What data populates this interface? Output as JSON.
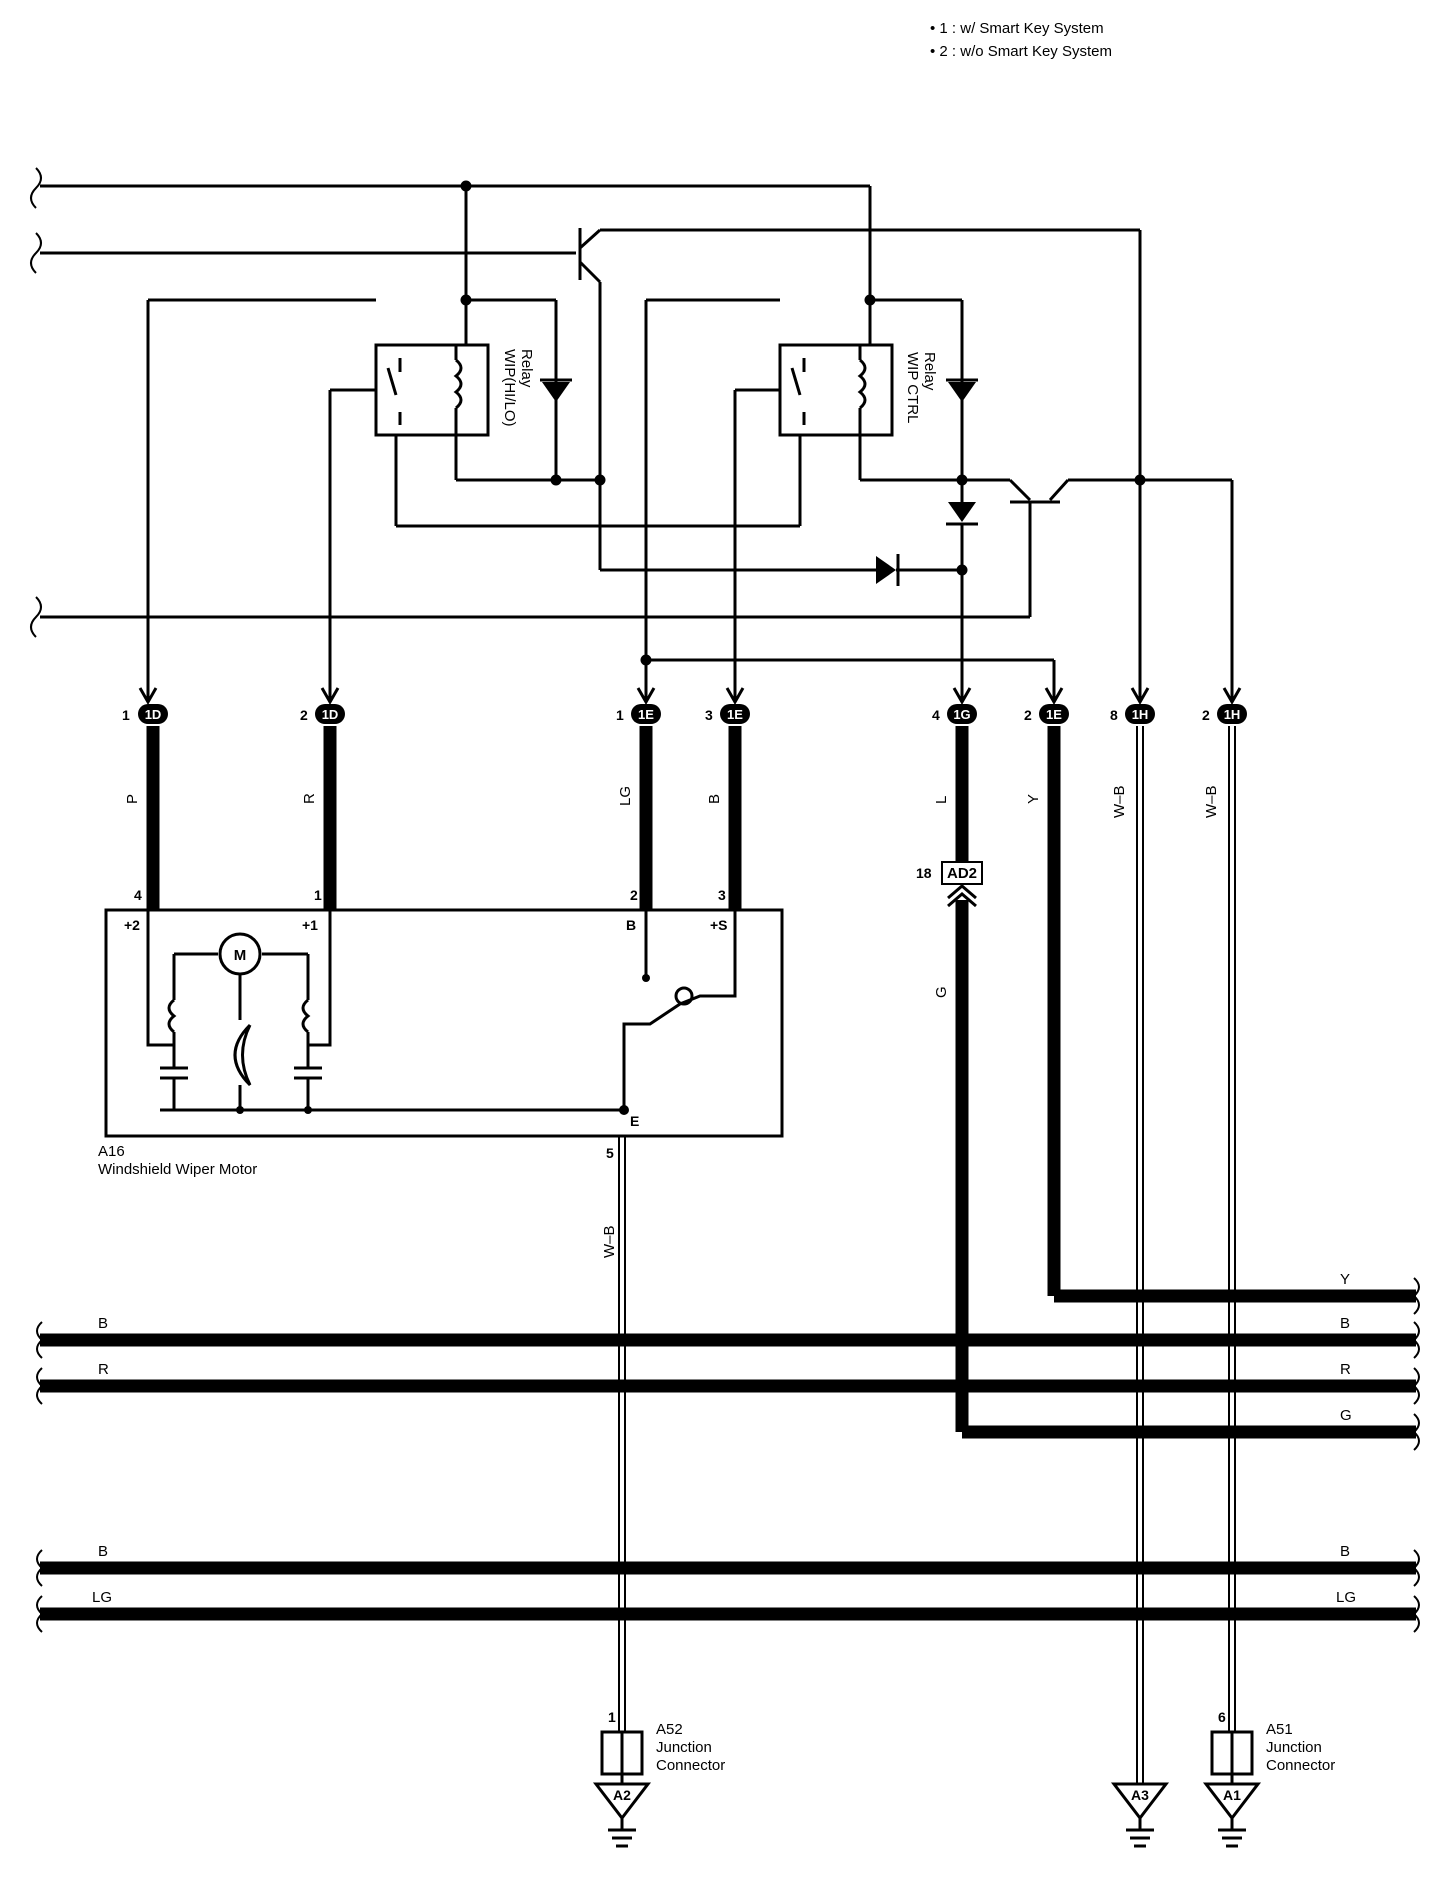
{
  "legend": {
    "note1": "• 1 : w/ Smart Key System",
    "note2": "• 2 : w/o Smart Key System"
  },
  "relays": {
    "hilo": {
      "label1": "WIP(HI/LO)",
      "label2": "Relay"
    },
    "ctrl": {
      "label1": "WIP CTRL",
      "label2": "Relay"
    }
  },
  "connectors": [
    {
      "pin": "1",
      "id": "1D",
      "wire": "P"
    },
    {
      "pin": "2",
      "id": "1D",
      "wire": "R"
    },
    {
      "pin": "1",
      "id": "1E",
      "wire": "LG"
    },
    {
      "pin": "3",
      "id": "1E",
      "wire": "B"
    },
    {
      "pin": "4",
      "id": "1G",
      "wire": "L"
    },
    {
      "pin": "2",
      "id": "1E",
      "wire": "Y"
    },
    {
      "pin": "8",
      "id": "1H",
      "wire": "W–B"
    },
    {
      "pin": "2",
      "id": "1H",
      "wire": "W–B"
    }
  ],
  "motor": {
    "id": "A16",
    "name": "Windshield Wiper Motor",
    "pins": [
      "4",
      "1",
      "2",
      "3",
      "5"
    ],
    "terminals": [
      "+2",
      "+1",
      "B",
      "+S",
      "E"
    ],
    "motor_symbol": "M",
    "ground_wire": "W–B"
  },
  "inline": {
    "pin": "18",
    "id": "AD2",
    "wire_after": "G"
  },
  "buses": {
    "upper": [
      {
        "left": "",
        "right": "Y"
      },
      {
        "left": "B",
        "right": "B"
      },
      {
        "left": "R",
        "right": "R"
      },
      {
        "left": "",
        "right": "G"
      }
    ],
    "lower": [
      {
        "left": "B",
        "right": "B"
      },
      {
        "left": "LG",
        "right": "LG"
      }
    ]
  },
  "junctions": [
    {
      "pin": "1",
      "id": "A52",
      "label1": "Junction",
      "label2": "Connector",
      "ground": "A2"
    },
    {
      "pin": "6",
      "id": "A51",
      "label1": "Junction",
      "label2": "Connector",
      "ground": "A1"
    }
  ],
  "grounds": [
    "A2",
    "A3",
    "A1"
  ]
}
